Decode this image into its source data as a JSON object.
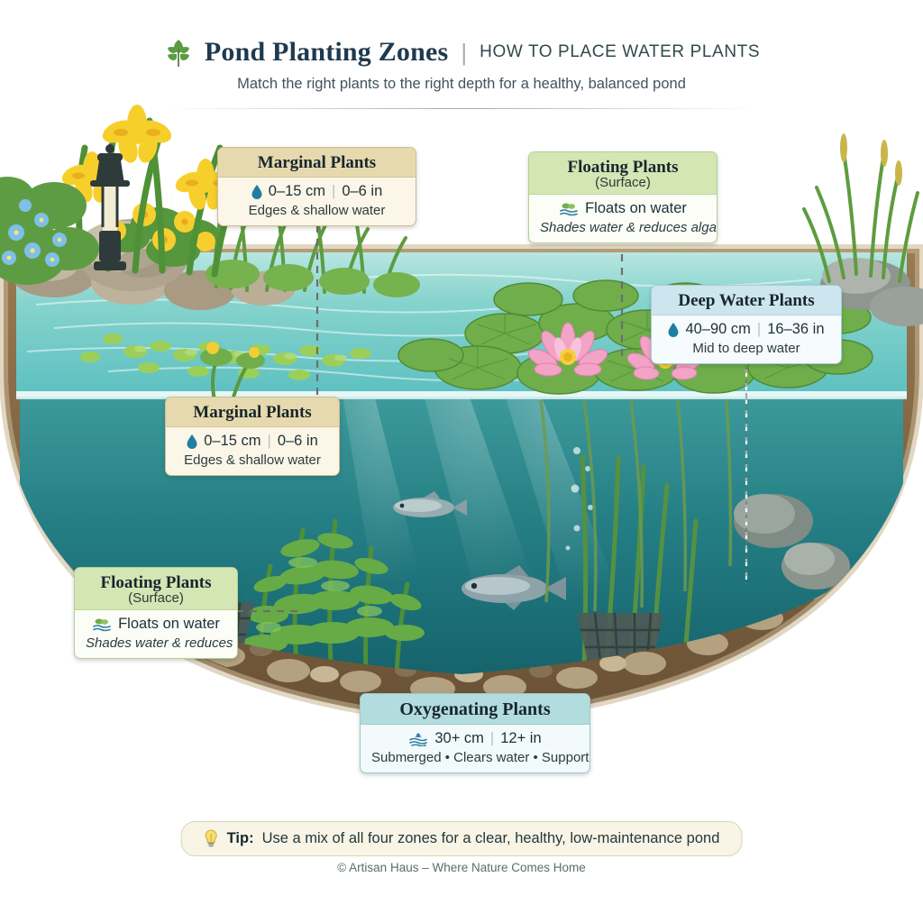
{
  "header": {
    "logo_icon": "leaf-sprig-icon",
    "title": "Pond Planting Zones",
    "separator": "|",
    "subtitle": "HOW TO PLACE WATER PLANTS",
    "tagline": "Match the right plants to the right depth for a healthy, balanced pond"
  },
  "cards": {
    "marginal_top": {
      "title": "Marginal Plants",
      "icon": "water-drop-icon",
      "metric_metric": "0–15 cm",
      "separator": "|",
      "metric_imperial": "0–6 in",
      "description": "Edges & shallow water"
    },
    "floating_top": {
      "title": "Floating Plants",
      "subtitle": "(Surface)",
      "icon": "floating-leaves-icon",
      "metric": "Floats on water",
      "description": "Shades water & reduces algae"
    },
    "deep": {
      "title": "Deep Water Plants",
      "icon": "water-drop-icon",
      "metric_metric": "40–90 cm",
      "separator": "|",
      "metric_imperial": "16–36 in",
      "description": "Mid to deep water"
    },
    "marginal_mid": {
      "title": "Marginal Plants",
      "icon": "water-drop-icon",
      "metric_metric": "0–15 cm",
      "separator": "|",
      "metric_imperial": "0–6 in",
      "description": "Edges & shallow water"
    },
    "floating_low": {
      "title": "Floating Plants",
      "subtitle": "(Surface)",
      "icon": "floating-leaves-icon",
      "metric": "Floats on water",
      "description": "Shades water & reduces algae"
    },
    "oxygenating": {
      "title": "Oxygenating Plants",
      "icon": "submerged-waves-icon",
      "metric_metric": "30+ cm",
      "separator": "|",
      "metric_imperial": "12+ in",
      "description": "Submerged • Clears water • Supports fish"
    }
  },
  "tip": {
    "icon": "lightbulb-icon",
    "label": "Tip:",
    "text": "Use a mix of all four zones for a clear, healthy, low-maintenance pond"
  },
  "footer": {
    "text": "© Artisan Haus – Where Nature Comes Home"
  },
  "colors": {
    "title": "#1e3a4e",
    "marginal_band": "#e7d9ae",
    "floating_band": "#d4e6b3",
    "deep_band": "#cde5ee",
    "oxygenating_band": "#b2dcdd",
    "water_surface": "#7fd0cf",
    "water_deep": "#1f6f78",
    "lily_flower": "#f19ac0",
    "soil": "#8a6c4a"
  },
  "scene": {
    "elements": [
      "yellow-iris",
      "forget-me-nots",
      "garden-lantern",
      "boulder",
      "marsh-marigold",
      "reed-grass",
      "lily-pads",
      "pink-water-lily",
      "planting-basket",
      "oxygenating-weed",
      "fish",
      "air-bubbles",
      "pebble-bed",
      "soil-cross-section"
    ]
  }
}
